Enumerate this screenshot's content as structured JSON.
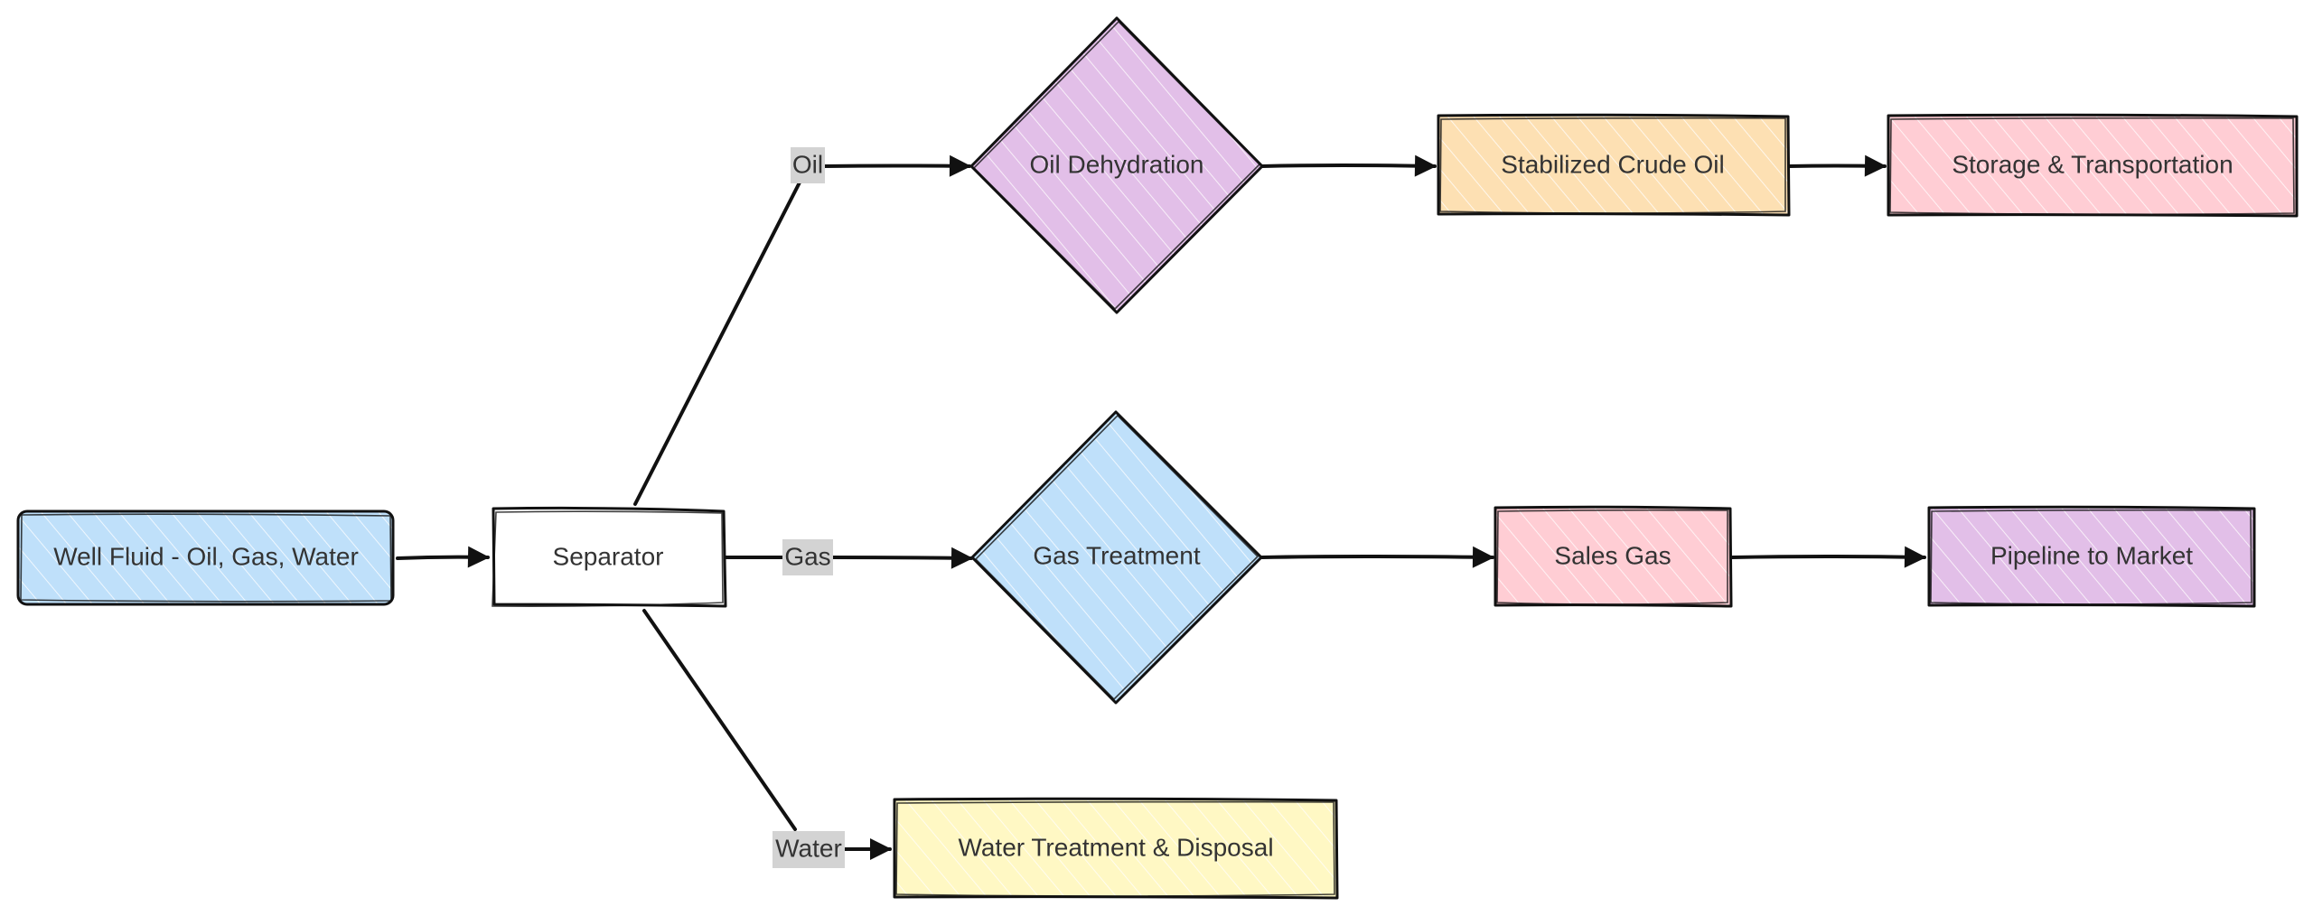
{
  "colors": {
    "blue": "#bfe0fa",
    "white": "#ffffff",
    "purple": "#e2bfe8",
    "orange": "#fde0b3",
    "pink": "#ffcdd4",
    "yellow": "#fff8c4",
    "stroke": "#111111",
    "label_bg": "#d3d3d3"
  },
  "nodes": {
    "well_fluid": "Well Fluid - Oil, Gas, Water",
    "separator": "Separator",
    "oil_dehydration": "Oil Dehydration",
    "stabilized_crude": "Stabilized Crude Oil",
    "storage_transport": "Storage & Transportation",
    "gas_treatment": "Gas Treatment",
    "sales_gas": "Sales Gas",
    "pipeline_market": "Pipeline to Market",
    "water_treatment": "Water Treatment & Disposal"
  },
  "edge_labels": {
    "oil": "Oil",
    "gas": "Gas",
    "water": "Water"
  }
}
